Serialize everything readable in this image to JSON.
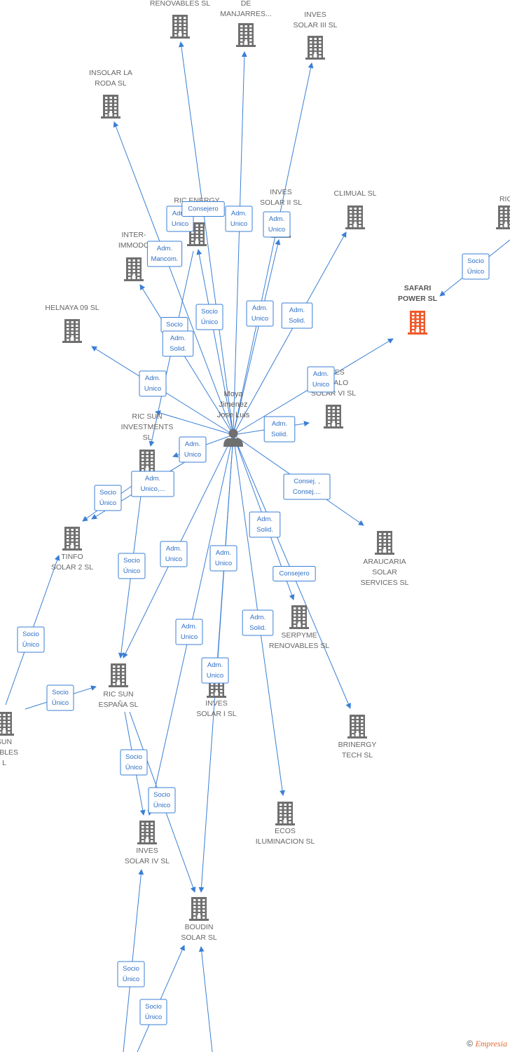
{
  "colors": {
    "edge": "#3a7fd5",
    "building": "#6f6f6f",
    "building_focus": "#f05a2a",
    "label": "#666666"
  },
  "person": {
    "id": "p",
    "lines": [
      "Moya",
      "Jimenez",
      "Jose Luis"
    ]
  },
  "nodes": [
    {
      "id": "ren_top",
      "lines": [
        "RENOVABLES SL"
      ]
    },
    {
      "id": "manj",
      "lines": [
        "DE",
        "MANJARRES..."
      ]
    },
    {
      "id": "inv3",
      "lines": [
        "INVES",
        "SOLAR III SL"
      ]
    },
    {
      "id": "insolar",
      "lines": [
        "INSOLAR LA",
        "RODA  SL"
      ]
    },
    {
      "id": "ricenergy",
      "lines": [
        "RIC ENERGY",
        "HOL..."
      ]
    },
    {
      "id": "inv2",
      "lines": [
        "INVES",
        "SOLAR II SL"
      ]
    },
    {
      "id": "climual",
      "lines": [
        "CLIMUAL SL"
      ]
    },
    {
      "id": "ric_right",
      "lines": [
        "RIC"
      ]
    },
    {
      "id": "intermodo",
      "lines": [
        "INTER-",
        "IMMODO"
      ]
    },
    {
      "id": "safari",
      "lines": [
        "SAFARI",
        "POWER  SL"
      ],
      "focus": true
    },
    {
      "id": "helnaya",
      "lines": [
        "HELNAYA 09 SL"
      ]
    },
    {
      "id": "inv6",
      "lines": [
        "INVES",
        "CABALO",
        "SOLAR VI SL"
      ]
    },
    {
      "id": "ricinv",
      "lines": [
        "RIC SUN",
        "INVESTMENTS",
        "SL"
      ]
    },
    {
      "id": "tinfo",
      "lines": [
        "TINFO",
        "SOLAR 2 SL"
      ]
    },
    {
      "id": "araucaria",
      "lines": [
        "ARAUCARIA",
        "SOLAR",
        "SERVICES SL"
      ]
    },
    {
      "id": "serpyme",
      "lines": [
        "SERPYME",
        "RENOVABLES SL"
      ]
    },
    {
      "id": "ricespana",
      "lines": [
        "RIC SUN",
        "ESPAÑA  SL"
      ]
    },
    {
      "id": "inv1",
      "lines": [
        "INVES",
        "SOLAR I SL"
      ]
    },
    {
      "id": "sunren",
      "lines": [
        "SUN",
        "VABLES",
        "L"
      ]
    },
    {
      "id": "brinergy",
      "lines": [
        "BRINERGY",
        "TECH  SL"
      ]
    },
    {
      "id": "ecos",
      "lines": [
        "ECOS",
        "ILUMINACION SL"
      ]
    },
    {
      "id": "inv4",
      "lines": [
        "INVES",
        "SOLAR IV SL"
      ]
    },
    {
      "id": "boudin",
      "lines": [
        "BOUDIN",
        "SOLAR SL"
      ]
    }
  ],
  "edges": [
    {
      "from": "p",
      "to": "ren_top",
      "label": [
        "Adm.",
        "Unico"
      ]
    },
    {
      "from": "p",
      "to": "manj",
      "label": [
        "Adm.",
        "Unico"
      ]
    },
    {
      "from": "p",
      "to": "inv3",
      "label": [
        "Adm.",
        "Unico"
      ]
    },
    {
      "from": "p",
      "to": "insolar",
      "label": [
        "Adm.",
        "Mancom."
      ]
    },
    {
      "from": "p",
      "to": "ricenergy",
      "label": [
        "Consejero"
      ]
    },
    {
      "from": "p",
      "to": "inv2",
      "label": [
        "Adm.",
        "Unico"
      ]
    },
    {
      "from": "p",
      "to": "climual",
      "label": [
        "Adm.",
        "Solid."
      ]
    },
    {
      "from": "p",
      "to": "intermodo",
      "label": [
        "Socio"
      ]
    },
    {
      "from": "p",
      "to": "safari",
      "label": [
        "Adm.",
        "Unico"
      ]
    },
    {
      "from": "p",
      "to": "helnaya",
      "label": [
        "Adm.",
        "Unico"
      ]
    },
    {
      "from": "p",
      "to": "inv6",
      "label": [
        "Adm.",
        "Solid."
      ]
    },
    {
      "from": "p",
      "to": "ricinv",
      "label": [
        "Adm.",
        "Solid."
      ]
    },
    {
      "from": "p",
      "to": "tinfo",
      "label": [
        "Adm.",
        "Unico"
      ]
    },
    {
      "from": "p",
      "to": "araucaria",
      "label": [
        "Consej. ,",
        "Consej...."
      ]
    },
    {
      "from": "p",
      "to": "serpyme",
      "label": [
        "Adm.",
        "Solid."
      ]
    },
    {
      "from": "p",
      "to": "brinergy",
      "label": [
        "Consejero"
      ]
    },
    {
      "from": "p",
      "to": "ricespana",
      "label": [
        "Adm.",
        "Unico"
      ]
    },
    {
      "from": "p",
      "to": "inv1",
      "label": [
        "Adm.",
        "Unico"
      ]
    },
    {
      "from": "p",
      "to": "ecos",
      "label": [
        "Adm.",
        "Solid."
      ]
    },
    {
      "from": "p",
      "to": "inv4",
      "label": [
        "Adm.",
        "Unico"
      ]
    },
    {
      "from": "p",
      "to": "boudin",
      "label": [
        "Adm.",
        "Unico"
      ]
    },
    {
      "from": "ricinv",
      "to": "tinfo",
      "label": [
        "Adm.",
        "Unico,..."
      ]
    },
    {
      "from": "ricinv",
      "to": "tinfo",
      "label": [
        "Socio",
        "Único"
      ]
    },
    {
      "from": "ricinv",
      "to": "ricespana",
      "label": [
        "Socio",
        "Único"
      ]
    },
    {
      "from": "ricenergy",
      "to": "ricinv",
      "label": [
        "Socio",
        "Único"
      ]
    },
    {
      "from": "ric_right",
      "to": "safari",
      "label": [
        "Socio",
        "Único"
      ]
    },
    {
      "from": "sunren",
      "to": "tinfo",
      "label": [
        "Socio",
        "Único"
      ]
    },
    {
      "from": "sunren",
      "to": "ricespana",
      "label": [
        "Socio",
        "Único"
      ]
    },
    {
      "from": "ricespana",
      "to": "inv4",
      "label": [
        "Socio",
        "Único"
      ]
    },
    {
      "from": "ricespana",
      "to": "boudin",
      "label": [
        "Socio",
        "Único"
      ]
    },
    {
      "from": "bottom_a",
      "to": "inv4",
      "label": [
        "Socio",
        "Único"
      ]
    },
    {
      "from": "bottom_b",
      "to": "boudin",
      "label": [
        "Socio",
        "Único"
      ]
    },
    {
      "from": "bottom_c",
      "to": "boudin",
      "label": []
    }
  ],
  "footer": {
    "copyright": "©",
    "brand": "Empresia"
  }
}
